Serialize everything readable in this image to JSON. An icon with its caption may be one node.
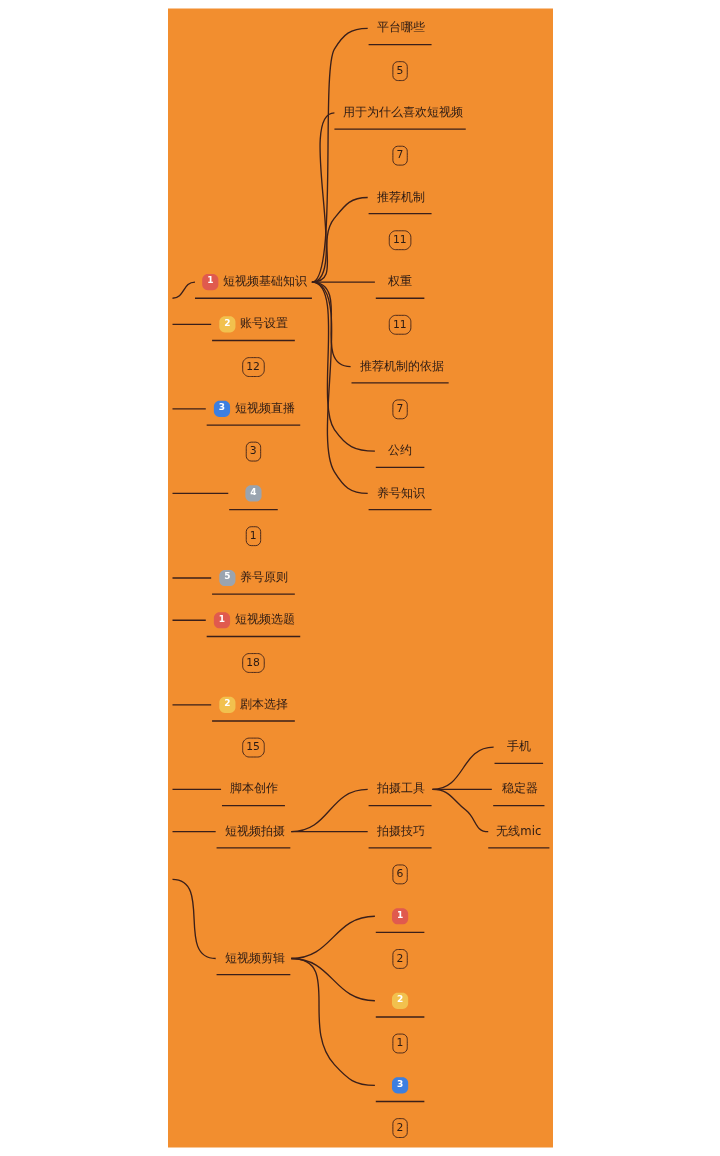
{
  "diagram": {
    "nodes": [
      {
        "text": [
          "1",
          "短视频基础知识"
        ]
      },
      {
        "text": [
          "平台哪些"
        ],
        "beside": [
          "5"
        ]
      },
      {
        "text": [
          "用于为什么喜欢短视频"
        ],
        "beside": [
          "7"
        ]
      },
      {
        "text": [
          "推荐机制"
        ],
        "beside": [
          "11"
        ]
      },
      {
        "text": [
          "权重"
        ],
        "beside": [
          "11"
        ]
      },
      {
        "text": [
          "推荐机制的依据"
        ],
        "beside": [
          "7"
        ]
      },
      {
        "text": [
          "公约"
        ]
      },
      {
        "text": [
          "养号知识"
        ]
      },
      {
        "text": [
          "2",
          "账号设置"
        ],
        "beside": [
          "12"
        ]
      },
      {
        "text": [
          "3",
          "短视频直播"
        ],
        "beside": [
          "3"
        ]
      },
      {
        "text": [
          "4"
        ],
        "beside": [
          "1"
        ]
      },
      {
        "text": [
          "5",
          "养号原则"
        ]
      },
      {
        "text": [
          "1",
          "短视频选题"
        ],
        "beside": [
          "18"
        ]
      },
      {
        "text": [
          "2",
          "剧本选择"
        ],
        "beside": [
          "15"
        ]
      },
      {
        "text": [
          "脚本创作"
        ]
      },
      {
        "text": [
          "短视频拍摄"
        ]
      },
      {
        "text": [
          "拍摄工具"
        ]
      },
      {
        "text": [
          "手机"
        ]
      },
      {
        "text": [
          "稳定器"
        ]
      },
      {
        "text": [
          "无线mic"
        ]
      },
      {
        "text": [
          "拍摄技巧"
        ],
        "beside": [
          "6"
        ]
      },
      {
        "text": [
          "短视频剪辑"
        ]
      },
      {
        "text": [
          "1"
        ],
        "beside": [
          "2"
        ]
      },
      {
        "text": [
          "2"
        ],
        "beside": [
          "1"
        ]
      },
      {
        "text": [
          "3"
        ],
        "beside": [
          "2"
        ]
      }
    ],
    "edges": [
      {
        "from": null,
        "to": 0,
        "arrow": "none"
      },
      {
        "from": 0,
        "to": 1,
        "arrow": "none"
      },
      {
        "from": 0,
        "to": 2,
        "arrow": "none"
      },
      {
        "from": 0,
        "to": 3,
        "arrow": "none"
      },
      {
        "from": 0,
        "to": 4,
        "arrow": "none"
      },
      {
        "from": 0,
        "to": 5,
        "arrow": "none"
      },
      {
        "from": 0,
        "to": 6,
        "arrow": "none"
      },
      {
        "from": 0,
        "to": 7,
        "arrow": "none"
      },
      {
        "from": null,
        "to": 8,
        "arrow": "none"
      },
      {
        "from": null,
        "to": 9,
        "arrow": "none"
      },
      {
        "from": null,
        "to": 10,
        "arrow": "none"
      },
      {
        "from": null,
        "to": 11,
        "arrow": "none"
      },
      {
        "from": null,
        "to": 12,
        "arrow": "none"
      },
      {
        "from": null,
        "to": 13,
        "arrow": "none"
      },
      {
        "from": null,
        "to": 14,
        "arrow": "none"
      },
      {
        "from": null,
        "to": 15,
        "arrow": "none"
      },
      {
        "from": 15,
        "to": 16,
        "arrow": "none"
      },
      {
        "from": 16,
        "to": 17,
        "arrow": "none"
      },
      {
        "from": 16,
        "to": 18,
        "arrow": "none"
      },
      {
        "from": 16,
        "to": 19,
        "arrow": "none"
      },
      {
        "from": 15,
        "to": 20,
        "arrow": "none"
      },
      {
        "from": null,
        "to": 21,
        "arrow": "none"
      },
      {
        "from": 21,
        "to": 22,
        "arrow": "none"
      },
      {
        "from": 21,
        "to": 23,
        "arrow": "none"
      },
      {
        "from": 21,
        "to": 24,
        "arrow": "none"
      }
    ]
  }
}
